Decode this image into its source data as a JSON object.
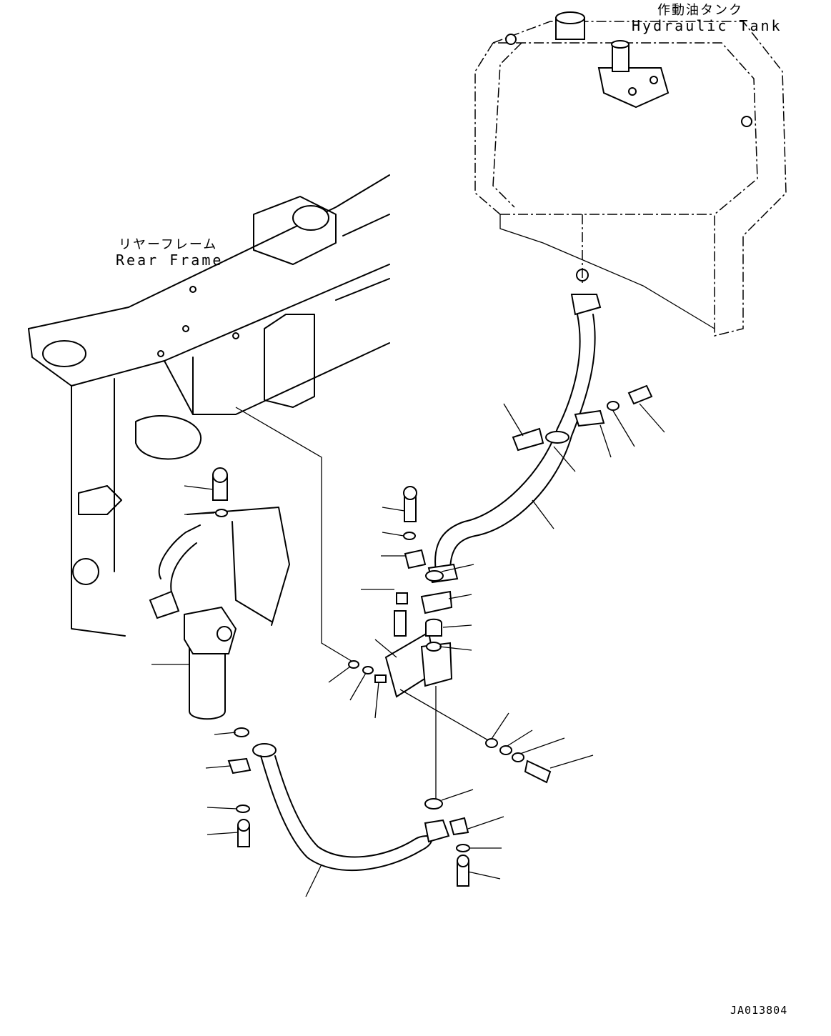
{
  "labels": {
    "hydraulic_tank_jp": "作動油タンク",
    "hydraulic_tank_en": "Hydraulic Tank",
    "rear_frame_jp": "リヤーフレーム",
    "rear_frame_en": "Rear Frame",
    "drawing_code": "JA013804"
  }
}
